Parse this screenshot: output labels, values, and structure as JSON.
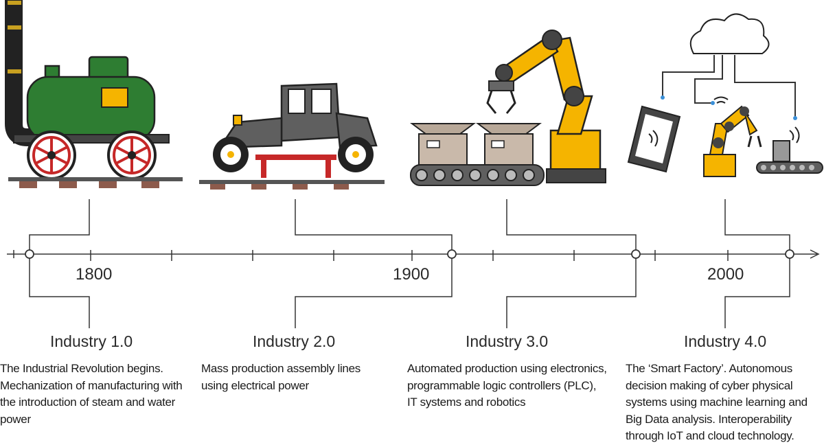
{
  "timeline": {
    "years": [
      "1800",
      "1900",
      "2000"
    ]
  },
  "stages": [
    {
      "title": "Industry 1.0",
      "description": "The Industrial Revolution begins. Mechanization of manufacturing with the introduction of steam and water power",
      "illustration": "steam-locomotive"
    },
    {
      "title": "Industry 2.0",
      "description": "Mass production assembly lines using electrical power",
      "illustration": "early-automobile-on-assembly-line"
    },
    {
      "title": "Industry 3.0",
      "description": "Automated production using electronics, programmable logic controllers (PLC), IT systems and robotics",
      "illustration": "robot-arm-conveyor-boxes"
    },
    {
      "title": "Industry 4.0",
      "description": "The ‘Smart Factory’. Autonomous decision making of cyber physical systems using machine learning and Big Data analysis. Interoperability through IoT and cloud technology.",
      "illustration": "cloud-connected-smart-factory"
    }
  ],
  "colors": {
    "locomotive_green": "#2e7d32",
    "wheel_red": "#c62828",
    "robot_yellow": "#f5b400",
    "car_grey": "#5f5f5f",
    "box_beige": "#c9b9aa",
    "line": "#333333"
  }
}
